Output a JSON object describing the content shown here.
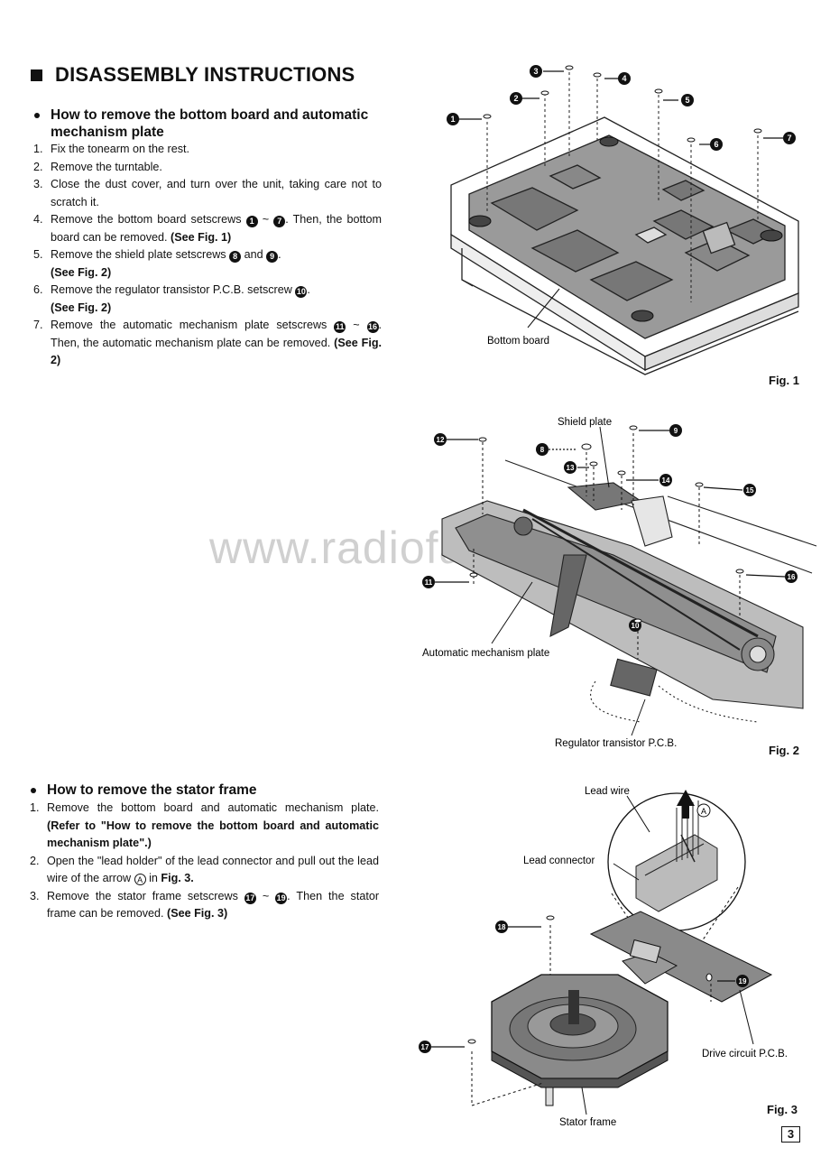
{
  "heading": "DISASSEMBLY INSTRUCTIONS",
  "section1": {
    "title_line1": "How to remove the bottom board and automatic",
    "title_line2": "mechanism plate",
    "step1": "Fix the tonearm on the rest.",
    "step2": "Remove the turntable.",
    "step3": "Close the dust cover, and turn over the unit, taking care not to scratch it.",
    "step4_a": "Remove the bottom board setscrews",
    "step4_b": ". Then, the bottom board can be removed.",
    "step4_ref": "(See Fig. 1)",
    "step5_a": "Remove the shield plate setscrews",
    "step5_and": "and",
    "step5_ref": "(See Fig. 2)",
    "step6_a": "Remove the regulator transistor P.C.B. setscrew",
    "step6_ref": "(See Fig. 2)",
    "step7_a": "Remove the automatic mechanism plate setscrews",
    "step7_b": ". Then, the automatic mechanism plate can be removed.",
    "step7_ref": "(See Fig. 2)"
  },
  "section2": {
    "title": "How to remove the stator frame",
    "step1_a": "Remove the bottom board and automatic mechanism plate.",
    "step1_ref": "(Refer to \"How to remove the bottom board and automatic mechanism plate\".)",
    "step2_a": "Open the \"lead holder\" of the lead connector and pull out the lead wire of the arrow",
    "step2_in": "in",
    "step2_ref": "Fig. 3.",
    "step3_a": "Remove the stator frame setscrews",
    "step3_b": ". Then the stator frame can be removed.",
    "step3_ref": "(See Fig. 3)"
  },
  "figures": {
    "fig1": {
      "label_bottom_board": "Bottom board",
      "caption": "Fig. 1"
    },
    "fig2": {
      "label_shield_plate": "Shield plate",
      "label_auto_plate": "Automatic mechanism plate",
      "label_regulator": "Regulator transistor P.C.B.",
      "caption": "Fig. 2"
    },
    "fig3": {
      "label_lead_wire": "Lead wire",
      "label_lead_connector": "Lead connector",
      "label_drive_pcb": "Drive circuit P.C.B.",
      "label_stator": "Stator frame",
      "arrow_mark": "A",
      "caption": "Fig. 3"
    }
  },
  "watermark": "www.radiofans.cn",
  "page_number": "3",
  "screw_numbers": [
    "1",
    "2",
    "3",
    "4",
    "5",
    "6",
    "7",
    "8",
    "9",
    "10",
    "11",
    "12",
    "13",
    "14",
    "15",
    "16",
    "17",
    "18",
    "19"
  ],
  "tilde": "~"
}
